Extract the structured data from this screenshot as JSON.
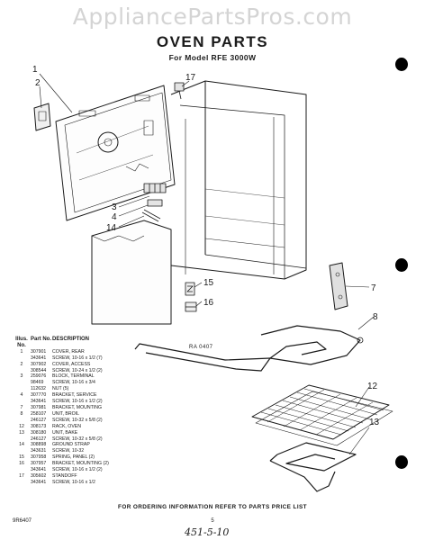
{
  "watermark": "AppliancePartsPros.com",
  "title": "OVEN PARTS",
  "subtitle": "For Model RFE 3000W",
  "drawing_number": "RA 0407",
  "callouts": [
    "1",
    "2",
    "17",
    "3",
    "4",
    "14",
    "15",
    "16",
    "7",
    "8",
    "12",
    "13"
  ],
  "parts_table": {
    "headers": [
      "Illus. No.",
      "Part No.",
      "DESCRIPTION"
    ],
    "rows": [
      [
        "1",
        "307901",
        "COVER, REAR"
      ],
      [
        "",
        "343641",
        "SCREW, 10-16 x 1/2 (7)"
      ],
      [
        "2",
        "307902",
        "COVER, ACCESS"
      ],
      [
        "",
        "308544",
        "SCREW, 10-24 x 1/2 (2)"
      ],
      [
        "3",
        "259076",
        "BLOCK, TERMINAL"
      ],
      [
        "",
        "98469",
        "SCREW, 10-16 x 3/4"
      ],
      [
        "",
        "112632",
        "NUT (5)"
      ],
      [
        "4",
        "307770",
        "BRACKET, SERVICE"
      ],
      [
        "",
        "343641",
        "SCREW, 10-16 x 1/2 (2)"
      ],
      [
        "7",
        "307981",
        "BRACKET, MOUNTING"
      ],
      [
        "8",
        "258107",
        "UNIT, BROIL"
      ],
      [
        "",
        "246127",
        "SCREW, 10-32 x 5/8 (2)"
      ],
      [
        "12",
        "308173",
        "RACK, OVEN"
      ],
      [
        "13",
        "308180",
        "UNIT, BAKE"
      ],
      [
        "",
        "246127",
        "SCREW, 10-32 x 5/8 (2)"
      ],
      [
        "14",
        "308898",
        "GROUND STRAP"
      ],
      [
        "",
        "343631",
        "SCREW, 10-32"
      ],
      [
        "15",
        "307958",
        "SPRING, PANEL (2)"
      ],
      [
        "16",
        "307957",
        "BRACKET, MOUNTING (2)"
      ],
      [
        "",
        "343641",
        "SCREW, 10-16 x 1/2 (2)"
      ],
      [
        "17",
        "305602",
        "STANDOFF"
      ],
      [
        "",
        "343641",
        "SCREW, 10-16 x 1/2"
      ]
    ]
  },
  "footer": "FOR ORDERING INFORMATION REFER TO PARTS PRICE LIST",
  "doc_number": "9R6407",
  "page_number": "5",
  "handwritten_note": "451-5-10"
}
